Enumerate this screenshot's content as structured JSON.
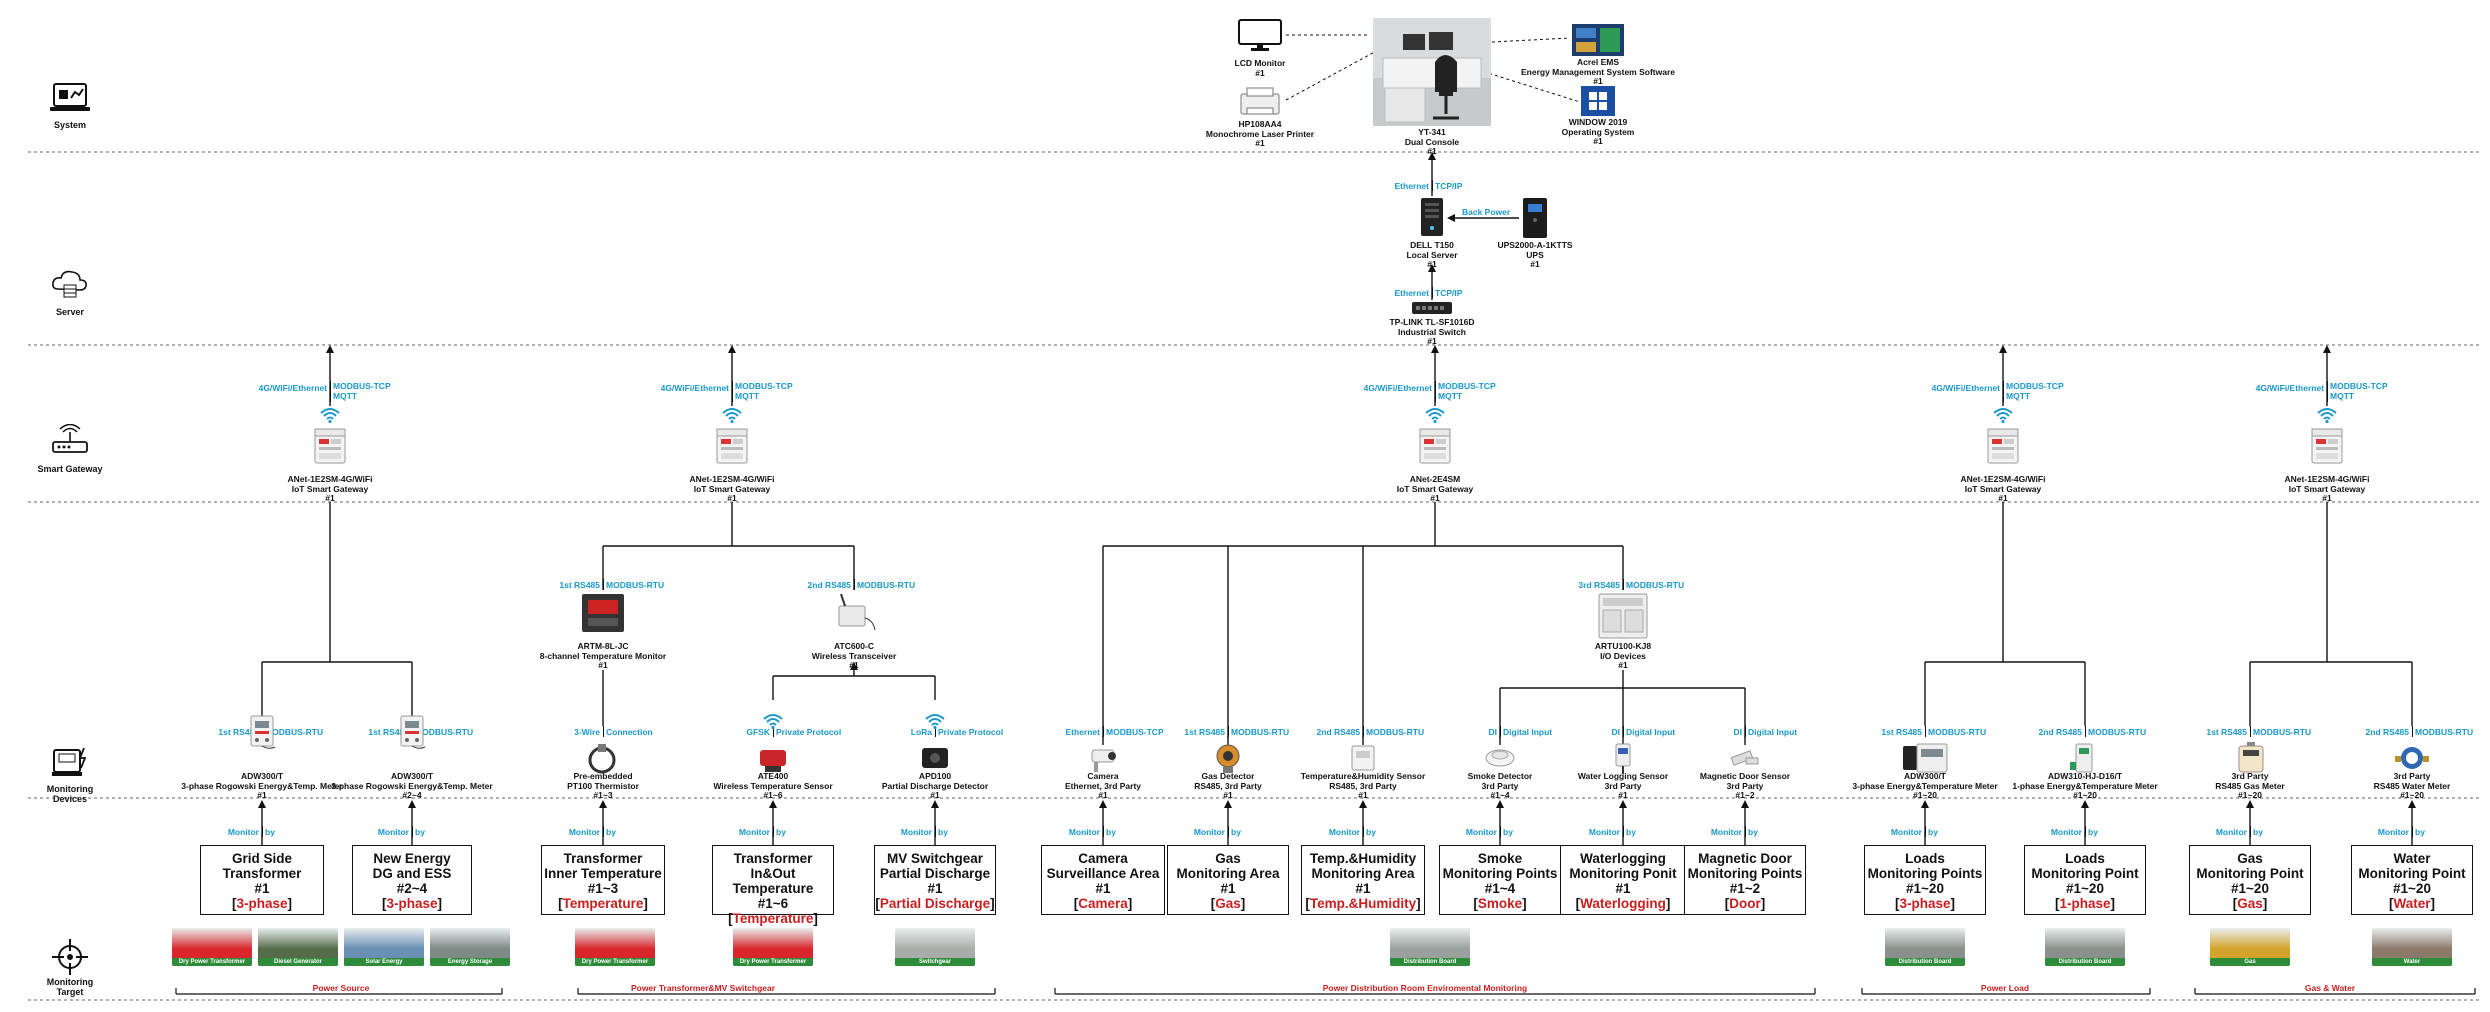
{
  "layers": [
    {
      "id": "system",
      "label": "System",
      "icon": "monitor-chart-icon"
    },
    {
      "id": "server",
      "label": "Server",
      "icon": "cloud-server-icon"
    },
    {
      "id": "gateway",
      "label": "Smart Gateway",
      "icon": "router-icon"
    },
    {
      "id": "devices",
      "label": "Monitoring Devices",
      "icon": "meter-lightning-icon"
    },
    {
      "id": "target",
      "label": "Monitoring Target",
      "icon": "crosshair-icon"
    }
  ],
  "system": {
    "lcd": {
      "line1": "LCD Monitor",
      "line2": "#1"
    },
    "printer": {
      "line1": "HP108AA4",
      "line2": "Monochrome Laser Printer",
      "line3": "#1"
    },
    "console": {
      "line1": "YT-341",
      "line2": "Dual Console",
      "line3": "#1"
    },
    "ems": {
      "line1": "Acrel EMS",
      "line2": "Energy Management System Software",
      "line3": "#1"
    },
    "os": {
      "line1": "WINDOW 2019",
      "line2": "Operating System",
      "line3": "#1"
    }
  },
  "server": {
    "proto_top": {
      "left": "Ethernet",
      "right": "TCP/IP"
    },
    "local": {
      "line1": "DELL T150",
      "line2": "Local Server",
      "line3": "#1"
    },
    "backpower": "Back Power",
    "ups": {
      "line1": "UPS2000-A-1KTTS",
      "line2": "UPS",
      "line3": "#1"
    },
    "proto_switch": {
      "left": "Ethernet",
      "right": "TCP/IP"
    },
    "switch": {
      "line1": "TP-LINK TL-SF1016D",
      "line2": "Industrial Switch",
      "line3": "#1"
    }
  },
  "gateways": [
    {
      "proto_left": "4G/WiFi/Ethernet",
      "proto_right1": "MODBUS-TCP",
      "proto_right2": "MQTT",
      "line1": "ANet-1E2SM-4G/WiFi",
      "line2": "IoT Smart Gateway",
      "line3": "#1"
    },
    {
      "proto_left": "4G/WiFi/Ethernet",
      "proto_right1": "MODBUS-TCP",
      "proto_right2": "MQTT",
      "line1": "ANet-1E2SM-4G/WiFi",
      "line2": "IoT Smart Gateway",
      "line3": "#1"
    },
    {
      "proto_left": "4G/WiFi/Ethernet",
      "proto_right1": "MODBUS-TCP",
      "proto_right2": "MQTT",
      "line1": "ANet-2E4SM",
      "line2": "IoT Smart Gateway",
      "line3": "#1"
    },
    {
      "proto_left": "4G/WiFi/Ethernet",
      "proto_right1": "MODBUS-TCP",
      "proto_right2": "MQTT",
      "line1": "ANet-1E2SM-4G/WiFi",
      "line2": "IoT Smart Gateway",
      "line3": "#1"
    },
    {
      "proto_left": "4G/WiFi/Ethernet",
      "proto_right1": "MODBUS-TCP",
      "proto_right2": "MQTT",
      "line1": "ANet-1E2SM-4G/WiFi",
      "line2": "IoT Smart Gateway",
      "line3": "#1"
    }
  ],
  "intermediates": {
    "artm": {
      "proto_left": "1st RS485",
      "proto_right": "MODBUS-RTU",
      "line1": "ARTM-8L-JC",
      "line2": "8-channel Temperature Monitor",
      "line3": "#1"
    },
    "atc": {
      "proto_left": "2nd RS485",
      "proto_right": "MODBUS-RTU",
      "line1": "ATC600-C",
      "line2": "Wireless Transceiver",
      "line3": "#1"
    },
    "artu": {
      "proto_left": "3rd RS485",
      "proto_right": "MODBUS-RTU",
      "line1": "ARTU100-KJ8",
      "line2": "I/O Devices",
      "line3": "#1"
    }
  },
  "devices": [
    {
      "proto_left": "1st RS485",
      "proto_right": "MODBUS-RTU",
      "line1": "ADW300/T",
      "line2": "3-phase Rogowski Energy&Temp. Meter",
      "line3": "#1"
    },
    {
      "proto_left": "1st RS485",
      "proto_right": "MODBUS-RTU",
      "line1": "ADW300/T",
      "line2": "3-phase Rogowski Energy&Temp. Meter",
      "line3": "#2~4"
    },
    {
      "proto_left": "3-Wire",
      "proto_right": "Connection",
      "line1": "Pre-embedded",
      "line2": "PT100 Thermistor",
      "line3": "#1~3"
    },
    {
      "proto_left": "GFSK",
      "proto_right": "Private Protocol",
      "line1": "ATE400",
      "line2": "Wireless Temperature Sensor",
      "line3": "#1~6"
    },
    {
      "proto_left": "LoRa",
      "proto_right": "Private Protocol",
      "line1": "APD100",
      "line2": "Partial Discharge Detector",
      "line3": "#1"
    },
    {
      "proto_left": "Ethernet",
      "proto_right": "MODBUS-TCP",
      "line1": "Camera",
      "line2": "Ethernet, 3rd Party",
      "line3": "#1"
    },
    {
      "proto_left": "1st RS485",
      "proto_right": "MODBUS-RTU",
      "line1": "Gas Detector",
      "line2": "RS485, 3rd Party",
      "line3": "#1"
    },
    {
      "proto_left": "2nd RS485",
      "proto_right": "MODBUS-RTU",
      "line1": "Temperature&Humidity Sensor",
      "line2": "RS485, 3rd Party",
      "line3": "#1"
    },
    {
      "proto_left": "DI",
      "proto_right": "Digital Input",
      "line1": "Smoke Detector",
      "line2": "3rd Party",
      "line3": "#1~4"
    },
    {
      "proto_left": "DI",
      "proto_right": "Digital Input",
      "line1": "Water Logging Sensor",
      "line2": "3rd Party",
      "line3": "#1"
    },
    {
      "proto_left": "DI",
      "proto_right": "Digital Input",
      "line1": "Magnetic Door Sensor",
      "line2": "3rd Party",
      "line3": "#1~2"
    },
    {
      "proto_left": "1st RS485",
      "proto_right": "MODBUS-RTU",
      "line1": "ADW300/T",
      "line2": "3-phase Energy&Temperature Meter",
      "line3": "#1~20"
    },
    {
      "proto_left": "2nd RS485",
      "proto_right": "MODBUS-RTU",
      "line1": "ADW310-HJ-D16/T",
      "line2": "1-phase Energy&Temperature Meter",
      "line3": "#1~20"
    },
    {
      "proto_left": "1st RS485",
      "proto_right": "MODBUS-RTU",
      "line1": "3rd Party",
      "line2": "RS485 Gas Meter",
      "line3": "#1~20"
    },
    {
      "proto_left": "2nd RS485",
      "proto_right": "MODBUS-RTU",
      "line1": "3rd Party",
      "line2": "RS485 Water Meter",
      "line3": "#1~20"
    }
  ],
  "monitor_by": {
    "left": "Monitor",
    "right": "by"
  },
  "targets": [
    {
      "line1": "Grid Side",
      "line2": "Transformer",
      "line3": "#1",
      "tag": "3-phase"
    },
    {
      "line1": "New Energy",
      "line2": "DG and ESS",
      "line3": "#2~4",
      "tag": "3-phase"
    },
    {
      "line1": "Transformer",
      "line2": "Inner Temperature",
      "line3": "#1~3",
      "tag": "Temperature"
    },
    {
      "line1": "Transformer",
      "line2": "In&Out Temperature",
      "line3": "#1~6",
      "tag": "Temperature"
    },
    {
      "line1": "MV Switchgear",
      "line2": "Partial Discharge",
      "line3": "#1",
      "tag": "Partial Discharge"
    },
    {
      "line1": "Camera",
      "line2": "Surveillance Area",
      "line3": "#1",
      "tag": "Camera"
    },
    {
      "line1": "Gas",
      "line2": "Monitoring Area",
      "line3": "#1",
      "tag": "Gas"
    },
    {
      "line1": "Temp.&Humidity",
      "line2": "Monitoring Area",
      "line3": "#1",
      "tag": "Temp.&Humidity"
    },
    {
      "line1": "Smoke",
      "line2": "Monitoring Points",
      "line3": "#1~4",
      "tag": "Smoke"
    },
    {
      "line1": "Waterlogging",
      "line2": "Monitoring Ponit",
      "line3": "#1",
      "tag": "Waterlogging"
    },
    {
      "line1": "Magnetic Door",
      "line2": "Monitoring Points",
      "line3": "#1~2",
      "tag": "Door"
    },
    {
      "line1": "Loads",
      "line2": "Monitoring Points",
      "line3": "#1~20",
      "tag": "3-phase"
    },
    {
      "line1": "Loads",
      "line2": "Monitoring Point",
      "line3": "#1~20",
      "tag": "1-phase"
    },
    {
      "line1": "Gas",
      "line2": "Monitoring Point",
      "line3": "#1~20",
      "tag": "Gas"
    },
    {
      "line1": "Water",
      "line2": "Monitoring Point",
      "line3": "#1~20",
      "tag": "Water"
    }
  ],
  "thumbnails": [
    {
      "caption": "Dry Power Transformer",
      "color": "#d8262b"
    },
    {
      "caption": "Diesel Generator",
      "color": "#556b4a"
    },
    {
      "caption": "Solar Energy",
      "color": "#6a8fb5"
    },
    {
      "caption": "Energy Storage",
      "color": "#7d8a86"
    },
    {
      "caption": "Dry Power Transformer",
      "color": "#d8262b"
    },
    {
      "caption": "Dry Power Transformer",
      "color": "#d8262b"
    },
    {
      "caption": "Switchgear",
      "color": "#a9aca8"
    },
    {
      "caption": "Distribution Board",
      "color": "#9aa09d"
    },
    {
      "caption": "Distribution Board",
      "color": "#8a918d"
    },
    {
      "caption": "Distribution Board",
      "color": "#8a918d"
    },
    {
      "caption": "Gas",
      "color": "#d4a32a"
    },
    {
      "caption": "Water",
      "color": "#8b7a6a"
    }
  ],
  "groups": [
    {
      "caption": "Power Source"
    },
    {
      "caption": "Power Transformer&MV Switchgear"
    },
    {
      "caption": "Power Distribution Room Enviromental Monitoring"
    },
    {
      "caption": "Power Load"
    },
    {
      "caption": "Gas & Water"
    }
  ],
  "colors": {
    "protocol": "#1a98c9",
    "tag": "#c81e1e",
    "line": "#111111",
    "thumb_caption": "#2e8b3a"
  }
}
